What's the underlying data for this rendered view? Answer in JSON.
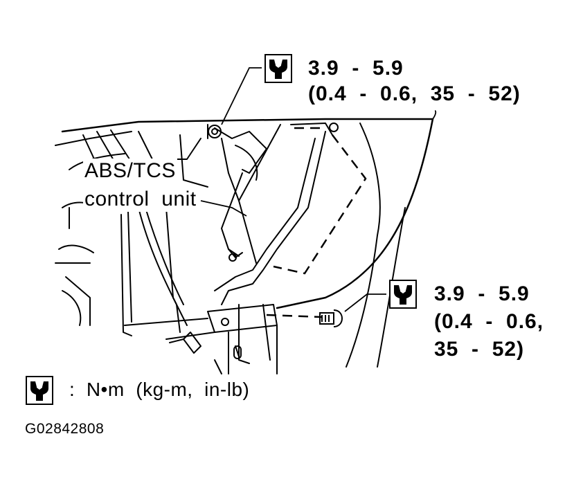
{
  "callouts": {
    "top_torque": {
      "line1": "3.9  -  5.9",
      "line2": "(0.4  -  0.6,  35  -  52)"
    },
    "right_torque": {
      "line1": "3.9  -  5.9",
      "line2": "(0.4  -  0.6,",
      "line3": "35  -  52)"
    }
  },
  "component": {
    "line1": "ABS/TCS",
    "line2": "control  unit"
  },
  "legend": {
    "text": ":  N•m  (kg-m,  in-lb)"
  },
  "figure_id": "G02842808",
  "icons": {
    "torque": "wrench-icon"
  }
}
